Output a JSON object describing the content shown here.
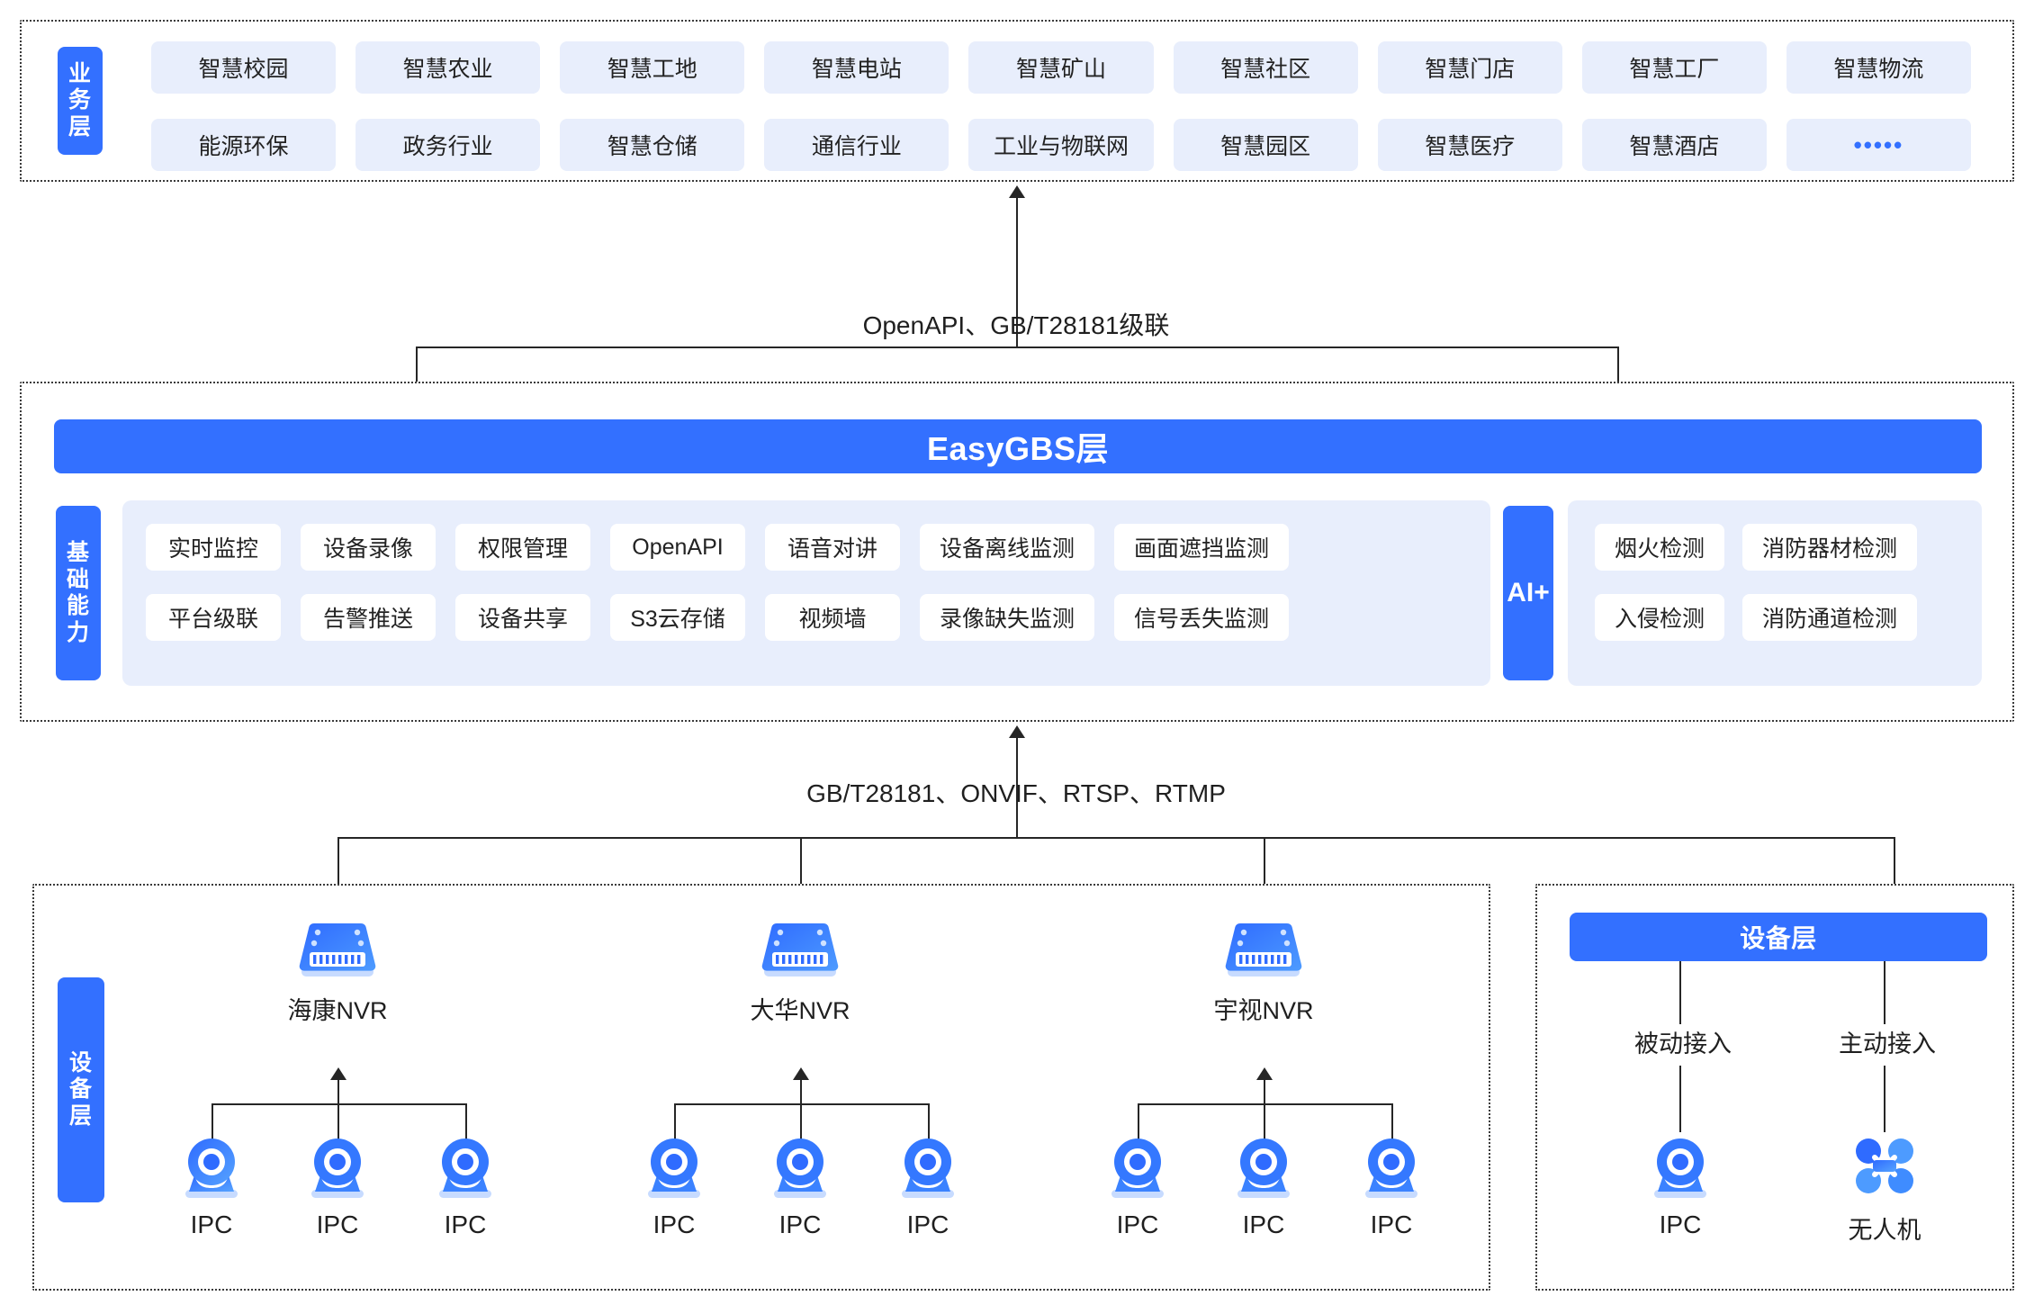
{
  "business_layer": {
    "side_label": "业务层",
    "side_label_chars": [
      "业",
      "务",
      "层"
    ],
    "items": [
      "智慧校园",
      "智慧农业",
      "智慧工地",
      "智慧电站",
      "智慧矿山",
      "智慧社区",
      "智慧门店",
      "智慧工厂",
      "智慧物流",
      "能源环保",
      "政务行业",
      "智慧仓储",
      "通信行业",
      "工业与物联网",
      "智慧园区",
      "智慧医疗",
      "智慧酒店",
      "•••••"
    ]
  },
  "connector_top": {
    "label": "OpenAPI、GB/T28181级联"
  },
  "platform_layer": {
    "title": "EasyGBS层",
    "side_label_chars": [
      "基",
      "础",
      "能",
      "力"
    ],
    "capabilities": [
      "实时监控",
      "设备录像",
      "权限管理",
      "OpenAPI",
      "语音对讲",
      "设备离线监测",
      "画面遮挡监测",
      "平台级联",
      "告警推送",
      "设备共享",
      "S3云存储",
      "视频墙",
      "录像缺失监测",
      "信号丢失监测"
    ],
    "ai_badge": "AI+",
    "ai_capabilities": [
      "烟火检测",
      "消防器材检测",
      "入侵检测",
      "消防通道检测"
    ]
  },
  "connector_bottom": {
    "label": "GB/T28181、ONVIF、RTSP、RTMP"
  },
  "device_layer_left": {
    "side_label_chars": [
      "设",
      "备",
      "层"
    ],
    "nvr_groups": [
      {
        "nvr_label": "海康NVR",
        "icon": "nvr-icon",
        "cameras": [
          "IPC",
          "IPC",
          "IPC"
        ]
      },
      {
        "nvr_label": "大华NVR",
        "icon": "nvr-icon",
        "cameras": [
          "IPC",
          "IPC",
          "IPC"
        ]
      },
      {
        "nvr_label": "宇视NVR",
        "icon": "nvr-icon",
        "cameras": [
          "IPC",
          "IPC",
          "IPC"
        ]
      }
    ]
  },
  "device_layer_right": {
    "title": "设备层",
    "branches": [
      {
        "access_label": "被动接入",
        "device_label": "IPC",
        "icon": "camera-icon"
      },
      {
        "access_label": "主动接入",
        "device_label": "无人机",
        "icon": "drone-icon"
      }
    ]
  },
  "colors": {
    "brand_blue": "#3370ff",
    "pill_bg": "#e8eefc",
    "line": "#262626",
    "text": "#1f1f1f"
  }
}
